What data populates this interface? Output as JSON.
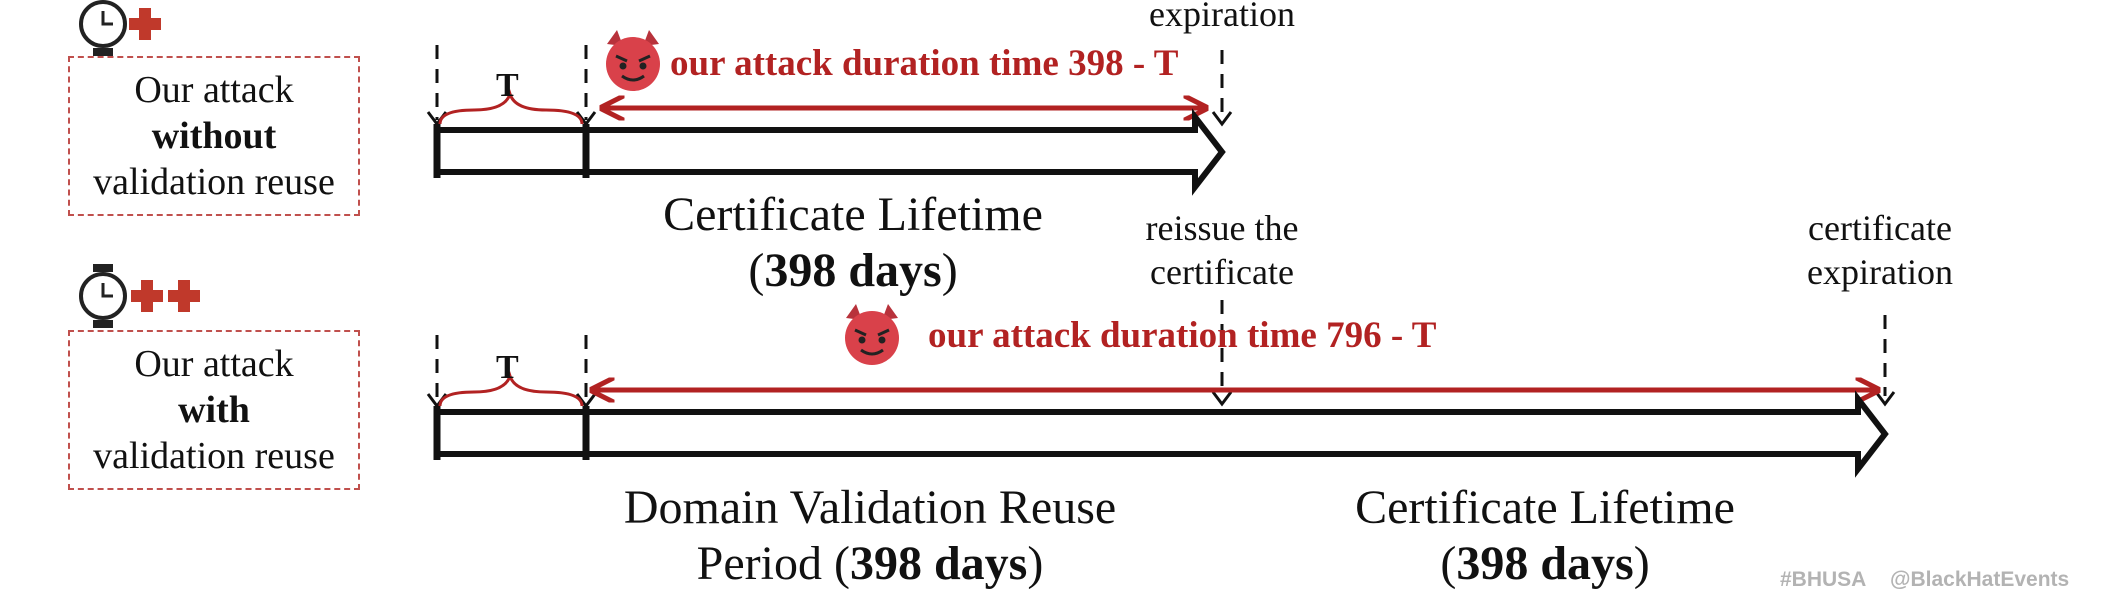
{
  "colors": {
    "accent_red": "#b22222",
    "box_border": "#c0504d",
    "devil": "#d9414a",
    "text": "#111111",
    "brand_gray": "#b3b3b3"
  },
  "icons": {
    "clock": "clock-icon",
    "plus": "red-plus-icon",
    "devil": "devil-emoji-icon"
  },
  "row1": {
    "box_line1": "Our attack",
    "box_line2": "without",
    "box_line3": "validation reuse",
    "t_label": "T",
    "attack_text": "our attack duration time 398 - T",
    "top_label": "expiration",
    "lifetime_line1": "Certificate Lifetime",
    "lifetime_open": "(",
    "lifetime_days": "398 days",
    "lifetime_close": ")"
  },
  "row2": {
    "box_line1": "Our attack",
    "box_line2": "with",
    "box_line3": "validation reuse",
    "t_label": "T",
    "attack_text": "our attack duration time 796 - T",
    "reissue_line1": "reissue the",
    "reissue_line2": "certificate",
    "expire_line1": "certificate",
    "expire_line2": "expiration",
    "reuse_line1": "Domain Validation Reuse",
    "reuse_line2_prefix": "Period (",
    "reuse_days": "398 days",
    "reuse_close": ")",
    "lifetime_line1": "Certificate Lifetime",
    "lifetime_open": "(",
    "lifetime_days": "398 days",
    "lifetime_close": ")"
  },
  "footer": {
    "hashtag": "#BHUSA",
    "handle": "@BlackHatEvents"
  }
}
